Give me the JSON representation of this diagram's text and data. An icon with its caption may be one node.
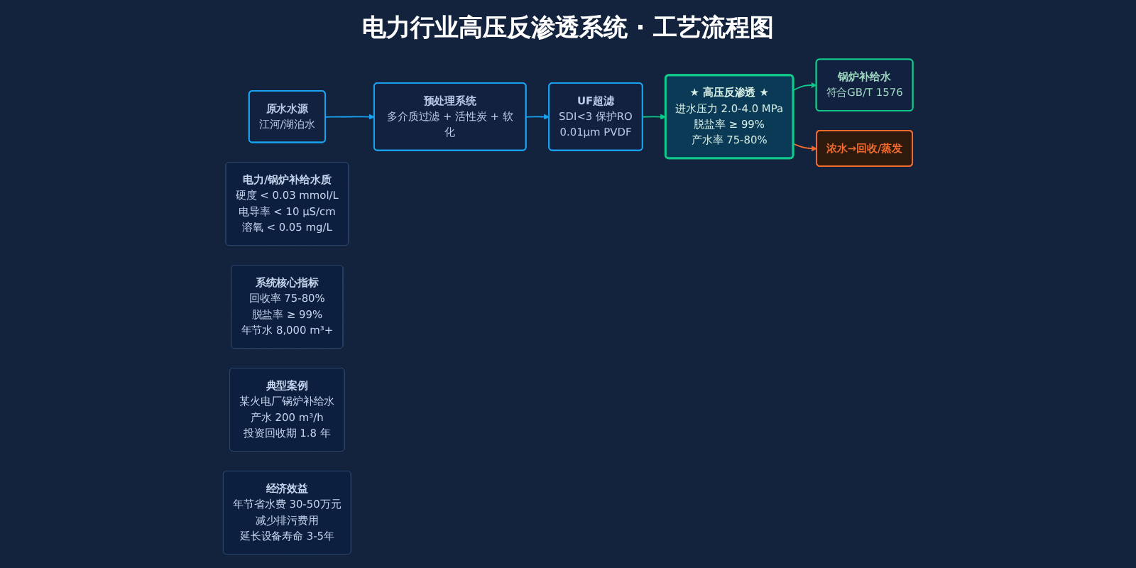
{
  "diagram": {
    "title": "电力行业高压反渗透系统 · 工艺流程图",
    "nodes": [
      {
        "text": [
          "原水水源",
          "江河/湖泊水"
        ]
      },
      {
        "text": [
          "预处理系统",
          "多介质过滤 + 活性炭 + 软化"
        ]
      },
      {
        "text": [
          "UF超滤",
          "SDI<3 保护RO",
          "0.01μm PVDF"
        ]
      },
      {
        "text": [
          "★ 高压反渗透 ★",
          "进水压力 2.0-4.0 MPa",
          "脱盐率 ≥ 99%",
          "产水率 75-80%"
        ]
      },
      {
        "text": [
          "锅炉补给水",
          "符合GB/T 1576"
        ]
      },
      {
        "text": [
          "浓水→回收/蒸发"
        ]
      },
      {
        "text": [
          "电力/锅炉补给水质",
          "硬度 < 0.03 mmol/L",
          "电导率 < 10 μS/cm",
          "溶氧 < 0.05 mg/L"
        ]
      },
      {
        "text": [
          "系统核心指标",
          "回收率 75-80%",
          "脱盐率 ≥ 99%",
          "年节水 8,000 m³+"
        ]
      },
      {
        "text": [
          "典型案例",
          "某火电厂锅炉补给水",
          "产水 200 m³/h",
          "投资回收期 1.8 年"
        ]
      },
      {
        "text": [
          "经济效益",
          "年节省水费 30-50万元",
          "减少排污费用",
          "延长设备寿命 3-5年"
        ]
      }
    ],
    "edges": [
      {
        "from": 0,
        "to": 1,
        "arrow": "to",
        "color": "#1aa3f0"
      },
      {
        "from": 1,
        "to": 2,
        "arrow": "to",
        "color": "#1aa3f0"
      },
      {
        "from": 2,
        "to": 3,
        "arrow": "to",
        "color": "#10c98a"
      },
      {
        "from": 3,
        "to": 4,
        "arrow": "to",
        "color": "#10c98a"
      },
      {
        "from": 3,
        "to": 5,
        "arrow": "to",
        "color": "#f26a2e"
      }
    ]
  }
}
